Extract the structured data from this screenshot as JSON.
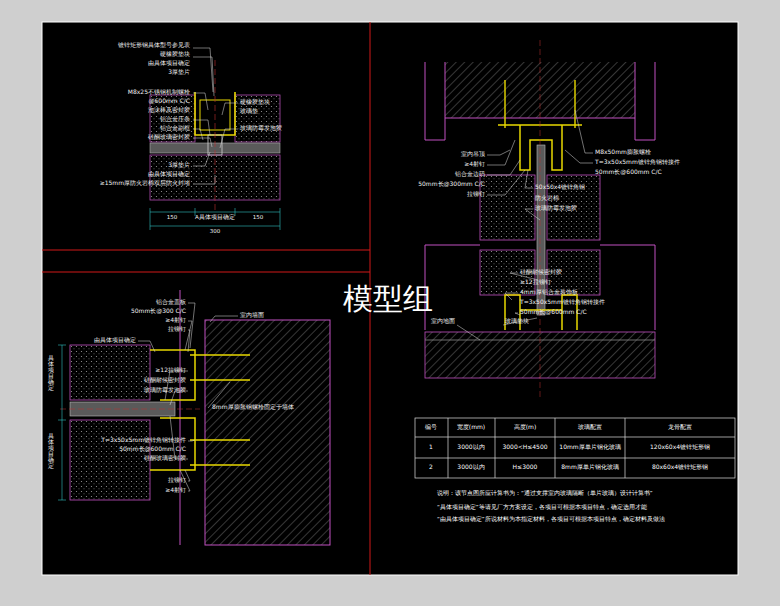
{
  "diagram": {
    "labels": [
      "镀锌矩形钢具体型号参见表",
      "硬橡胶垫块",
      "由具体项目确定",
      "3厚垫片",
      "M8x25不锈钢机制螺栓",
      "@600mm C/C",
      "泡沫棒及密封胶",
      "铝合金压条",
      "铝合金副框",
      "硅酮玻璃密封胶",
      "3厚垫片",
      "由具体项目确定",
      "≥15mm厚防火岩棉双层防火封堵",
      "硬橡胶垫块",
      "玻璃垫",
      "玻璃防霉发泡胶",
      "150",
      "A具体项目确定",
      "150",
      "300",
      "室内吊顶",
      "≥4射钉",
      "铝合金边码",
      "50mm长@300mm C/C",
      "拉铆钉",
      "M8x50mm膨胀螺栓",
      "T=3x50x5mm镀锌角钢转接件",
      "50mm长@600mm C/C",
      "50x50x4镀锌角钢",
      "防火岩棉",
      "玻璃防霉发泡胶",
      "硅酮耐候密封胶",
      "≥12拉铆钉",
      "4mm厚铝合金装饰板",
      "T=3x50x5mm镀锌角钢转接件",
      "50mm长@600mm C/C",
      "室内地面",
      "玻璃垫块",
      "铝合金盖板",
      "50mm长@300 C/C",
      "≥4射钉",
      "拉铆钉",
      "由具体项目确定",
      "≥12拉铆钉",
      "硅酮耐候密封胶",
      "玻璃防霉发泡胶",
      "T=3x50x5mm镀锌角钢转接件",
      "50mm长@600mm C/C",
      "硅酮玻璃密封胶",
      "拉铆钉",
      "≥4射钉",
      "室内墙面",
      "8mm厚膨胀钢螺栓固定于墙体",
      "具体项目确定",
      "具体项目确定",
      "编号",
      "宽度(mm)",
      "高度(m)",
      "玻璃配置",
      "龙骨配置",
      "1",
      "3000以内",
      "3000<H≤4500",
      "10mm厚单片钢化玻璃",
      "120x60x4镀锌矩形钢",
      "2",
      "3000以内",
      "H≤3000",
      "8mm厚单片钢化玻璃",
      "80x60x4镀锌矩形钢",
      "说明：该节点图所应计算书为：“通过支撑室内玻璃隔断（单片玻璃）设计计算书”",
      "“具体项目确定”等请见厂方方案设定，各项目可根据本项目特点，确定选用才能",
      "“由具体项目确定”所说材料为本指定材料，各项目可根据本项目特点，确定材料及做法",
      "模型组"
    ]
  }
}
